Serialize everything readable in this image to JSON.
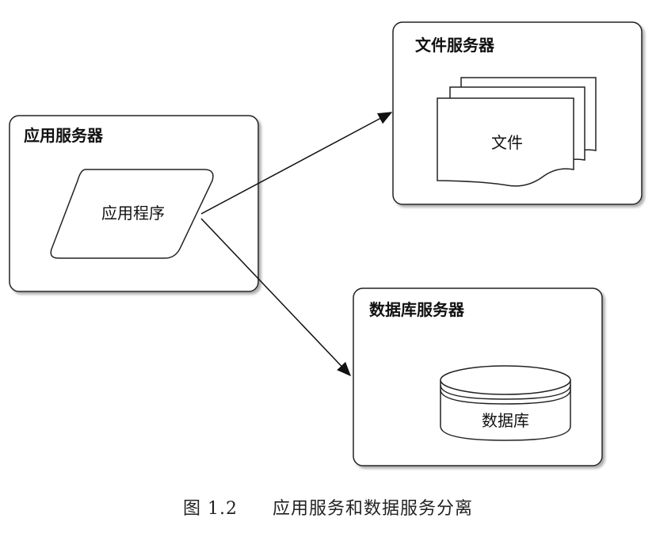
{
  "diagram": {
    "app_server": {
      "title": "应用服务器",
      "program_label": "应用程序"
    },
    "file_server": {
      "title": "文件服务器",
      "files_label": "文件"
    },
    "db_server": {
      "title": "数据库服务器",
      "db_label": "数据库"
    }
  },
  "caption": {
    "figure_number": "图 1.2",
    "text": "应用服务和数据服务分离"
  }
}
